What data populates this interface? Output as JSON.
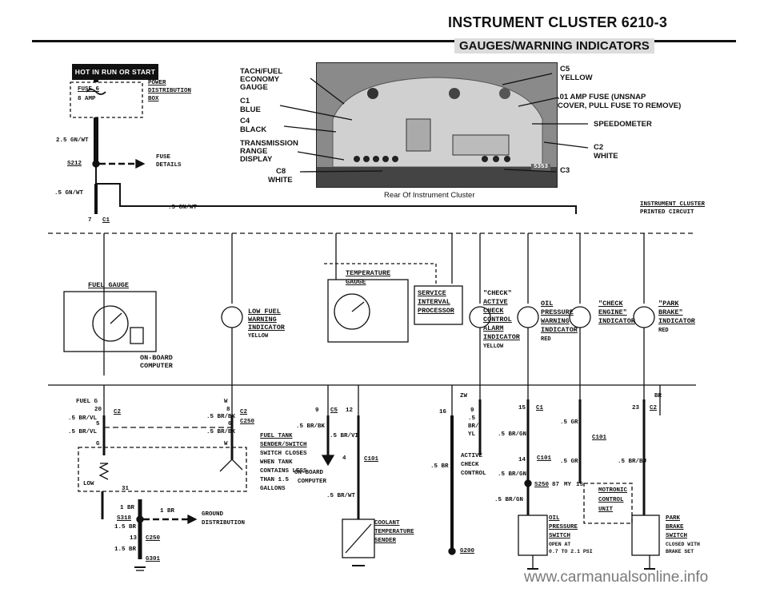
{
  "header": {
    "title": "INSTRUMENT CLUSTER   6210-3",
    "subtitle": "GAUGES/WARNING INDICATORS"
  },
  "power": {
    "hot_badge": "HOT IN RUN OR START",
    "fuse": "FUSE 6",
    "fuse_amp": "8 AMP",
    "pdb_1": "POWER",
    "pdb_2": "DISTRIBUTION",
    "pdb_3": "BOX",
    "wire_1": "2.5 GN/WT",
    "splice": "S212",
    "fuse_details_1": "FUSE",
    "fuse_details_2": "DETAILS",
    "wire_2": ".5 GN/WT",
    "wire_3": ".5 GN/WT",
    "conn_c1": "C1",
    "pin_7": "7"
  },
  "photo_labels": {
    "tach_1": "TACH/FUEL",
    "tach_2": "ECONOMY",
    "tach_3": "GAUGE",
    "c1": "C1",
    "c1_color": "BLUE",
    "c4": "C4",
    "c4_color": "BLACK",
    "trans_1": "TRANSMISSION",
    "trans_2": "RANGE",
    "trans_3": "DISPLAY",
    "c8": "C8",
    "c8_color": "WHITE",
    "c5": "C5",
    "c5_color": "YELLOW",
    "fuse_note_1": ".01 AMP FUSE (UNSNAP",
    "fuse_note_2": "COVER, PULL FUSE TO REMOVE)",
    "speedo": "SPEEDOMETER",
    "c2": "C2",
    "c2_color": "WHITE",
    "c3": "C3",
    "code": "5353",
    "caption": "Rear Of Instrument Cluster"
  },
  "board": {
    "title": "INSTRUMENT CLUSTER",
    "subtitle": "PRINTED CIRCUIT",
    "fuel_gauge": "FUEL GAUGE",
    "on_board_1": "ON-BOARD",
    "on_board_2": "COMPUTER",
    "low_fuel_1": "LOW FUEL",
    "low_fuel_2": "WARNING",
    "low_fuel_3": "INDICATOR",
    "low_fuel_4": "YELLOW",
    "temp_1": "TEMPERATURE",
    "temp_2": "GAUGE",
    "service_1": "SERVICE",
    "service_2": "INTERVAL",
    "service_3": "PROCESSOR",
    "check_1": "\"CHECK\"",
    "check_2": "ACTIVE",
    "check_3": "CHECK",
    "check_4": "CONTROL",
    "check_5": "ALARM",
    "check_6": "INDICATOR",
    "check_7": "YELLOW",
    "oil_1": "OIL",
    "oil_2": "PRESSURE",
    "oil_3": "WARNING",
    "oil_4": "INDICATOR",
    "oil_5": "RED",
    "engine_1": "\"CHECK",
    "engine_2": "ENGINE\"",
    "engine_3": "INDICATOR",
    "park_1": "\"PARK",
    "park_2": "BRAKE\"",
    "park_3": "INDICATOR",
    "park_4": "RED",
    "fuel_g": "FUEL G",
    "pin_w": "W",
    "pin_zw": "ZW",
    "pin_br": "BR"
  },
  "lower": {
    "pin_20": "20",
    "c2a": "C2",
    "w_brvl": ".5 BR/VL",
    "pin_5a": "5",
    "w_brvl2": ".5 BR/VL",
    "pin_8": "8",
    "c2b": "C2",
    "w_brbk": ".5 BR/BK",
    "pin_6": "6",
    "c250": "C250",
    "w_brbk2": ".5 BR/BK",
    "pin_g": "G",
    "pin_w2": "W",
    "low": "LOW",
    "pin_31": "31",
    "tank_1": "FUEL TANK",
    "tank_2": "SENDER/SWITCH",
    "tank_3": "SWITCH CLOSES",
    "tank_4": "WHEN TANK",
    "tank_5": "CONTAINS LESS",
    "tank_6": "THAN 1.5",
    "tank_7": "GALLONS",
    "pin_9": "9",
    "c5": "C5",
    "pin_12": "12",
    "w_brbk3": ".5 BR/BK",
    "w_brvi": ".5 BR/VI",
    "pin_4": "4",
    "c101": "C101",
    "obc_1": "ON-BOARD",
    "obc_2": "COMPUTER",
    "w_brwt": ".5 BR/WT",
    "cool_1": "COOLANT",
    "cool_2": "TEMPERATURE",
    "cool_3": "SENDER",
    "pin_16": "16",
    "pin_9b": "9",
    "w_5": ".5",
    "w_bryl_1": "BR/",
    "w_bryl_2": "YL",
    "w_br": ".5 BR",
    "acc_1": "ACTIVE",
    "acc_2": "CHECK",
    "acc_3": "CONTROL",
    "w_brgn": ".5 BR/GN",
    "g200": "G200",
    "pin_15": "15",
    "c1": "C1",
    "w_gr": ".5 GR",
    "c101b": "C101",
    "pin_14": "14",
    "c101c": "C101",
    "w_gr2": ".5 GR",
    "w_brgn2": ".5 BR/GN",
    "s250": "S250",
    "pin_87": "87",
    "pin_my": "MY",
    "pin_15b": "15",
    "w_brgn3": ".5 BR/GN",
    "mot_1": "MOTRONIC",
    "mot_2": "CONTROL",
    "mot_3": "UNIT",
    "oil_1": "OIL",
    "oil_2": "PRESSURE",
    "oil_3": "SWITCH",
    "oil_4": "OPEN AT",
    "oil_5": "0.7 TO 2.1 PSI",
    "pin_23": "23",
    "c2c": "C2",
    "w_brbu": ".5 BR/BU",
    "park_1": "PARK",
    "park_2": "BRAKE",
    "park_3": "SWITCH",
    "park_4": "CLOSED WITH",
    "park_5": "BRAKE SET",
    "w_1br": "1 BR",
    "w_1br2": "1 BR",
    "s318": "S318",
    "w_15br": "1.5 BR",
    "pin_13": "13",
    "c250b": "C250",
    "w_15br2": "1.5 BR",
    "g301": "G301",
    "ground_1": "GROUND",
    "ground_2": "DISTRIBUTION"
  },
  "watermark": "www.carmanualsonline.info"
}
